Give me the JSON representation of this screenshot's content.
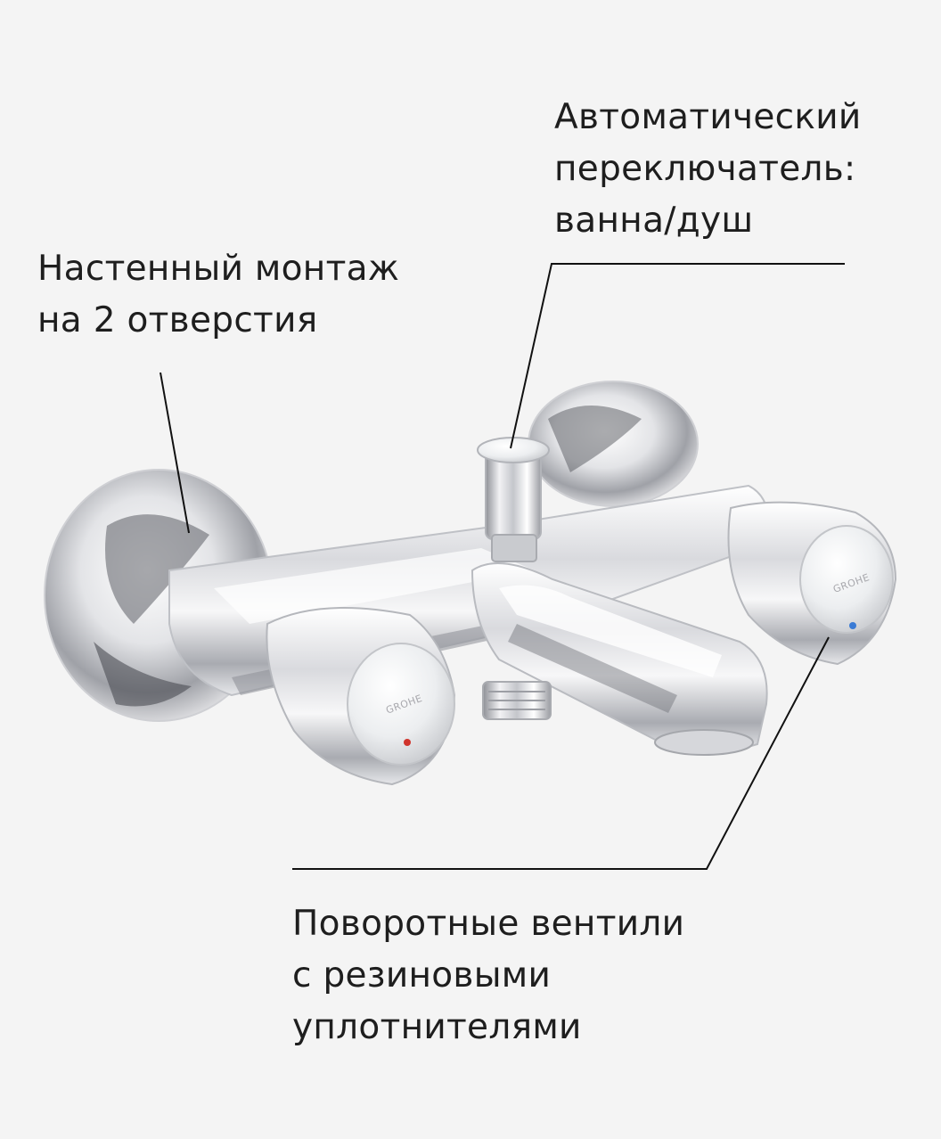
{
  "callouts": {
    "wall_mount": {
      "lines": [
        "Настенный монтаж",
        "на 2 отверстия"
      ]
    },
    "auto_switch": {
      "lines": [
        "Автоматический",
        "переключатель:",
        "ванна/душ"
      ]
    },
    "rotary_valves": {
      "lines": [
        "Поворотные вентили",
        "с резиновыми",
        "уплотнителями"
      ]
    }
  },
  "product": {
    "brand_mark": "GROHE",
    "hot_indicator_color": "#d0342c",
    "cold_indicator_color": "#3a7bd5"
  },
  "colors": {
    "background": "#f4f4f4",
    "text": "#1e1e1e",
    "leader_lines": "#111111"
  }
}
